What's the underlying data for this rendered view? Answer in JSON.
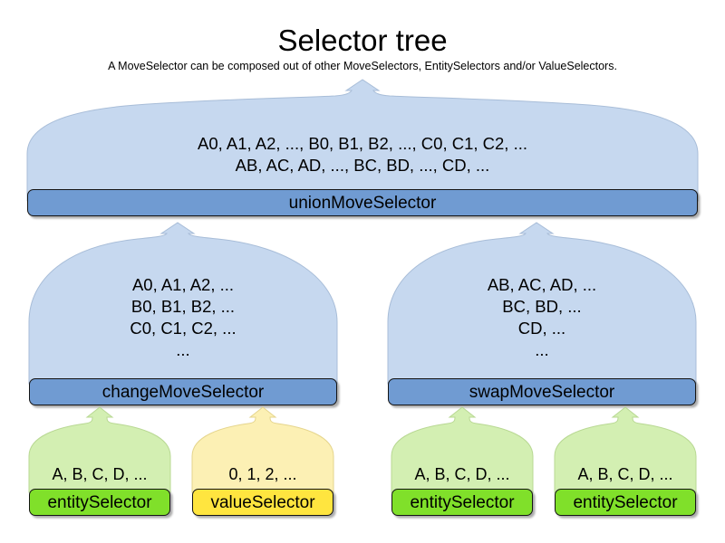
{
  "header": {
    "title": "Selector tree",
    "subtitle": "A MoveSelector can be composed out of other MoveSelectors, EntitySelectors and/or ValueSelectors."
  },
  "colors": {
    "move_bubble_fill": "#c6d8ef",
    "move_bar_fill": "#709bd2",
    "entity_bubble_fill": "#d3efb2",
    "entity_bar_fill": "#80e02a",
    "value_bubble_fill": "#fcf0b4",
    "value_bar_fill": "#ffe53f",
    "stroke": "#141414",
    "bubble_stroke": "#a8bdd8",
    "background": "#ffffff",
    "text": "#000000"
  },
  "diagram": {
    "type": "tree",
    "root": "unionMoveSelector",
    "nodes": [
      {
        "id": "union-move-selector",
        "label": "unionMoveSelector",
        "kind": "move-selector",
        "level": 0,
        "sample_lines": [
          "A0, A1, A2, ..., B0, B1, B2, ..., C0, C1, C2, ...",
          "AB, AC, AD, ..., BC, BD, ..., CD, ..."
        ],
        "children": [
          "change-move-selector",
          "swap-move-selector"
        ]
      },
      {
        "id": "change-move-selector",
        "label": "changeMoveSelector",
        "kind": "move-selector",
        "level": 1,
        "sample_lines": [
          "A0, A1, A2, ...",
          "B0, B1, B2, ...",
          "C0, C1, C2, ...",
          "..."
        ],
        "children": [
          "entity-selector-1",
          "value-selector-1"
        ]
      },
      {
        "id": "swap-move-selector",
        "label": "swapMoveSelector",
        "kind": "move-selector",
        "level": 1,
        "sample_lines": [
          "AB, AC, AD, ...",
          "BC, BD, ...",
          "CD, ...",
          "..."
        ],
        "children": [
          "entity-selector-2",
          "entity-selector-3"
        ]
      },
      {
        "id": "entity-selector-1",
        "label": "entitySelector",
        "kind": "entity-selector",
        "level": 2,
        "sample_lines": [
          "A, B, C, D, ..."
        ],
        "children": []
      },
      {
        "id": "value-selector-1",
        "label": "valueSelector",
        "kind": "value-selector",
        "level": 2,
        "sample_lines": [
          "0, 1, 2, ..."
        ],
        "children": []
      },
      {
        "id": "entity-selector-2",
        "label": "entitySelector",
        "kind": "entity-selector",
        "level": 2,
        "sample_lines": [
          "A, B, C, D, ..."
        ],
        "children": []
      },
      {
        "id": "entity-selector-3",
        "label": "entitySelector",
        "kind": "entity-selector",
        "level": 2,
        "sample_lines": [
          "A, B, C, D, ..."
        ],
        "children": []
      }
    ]
  }
}
